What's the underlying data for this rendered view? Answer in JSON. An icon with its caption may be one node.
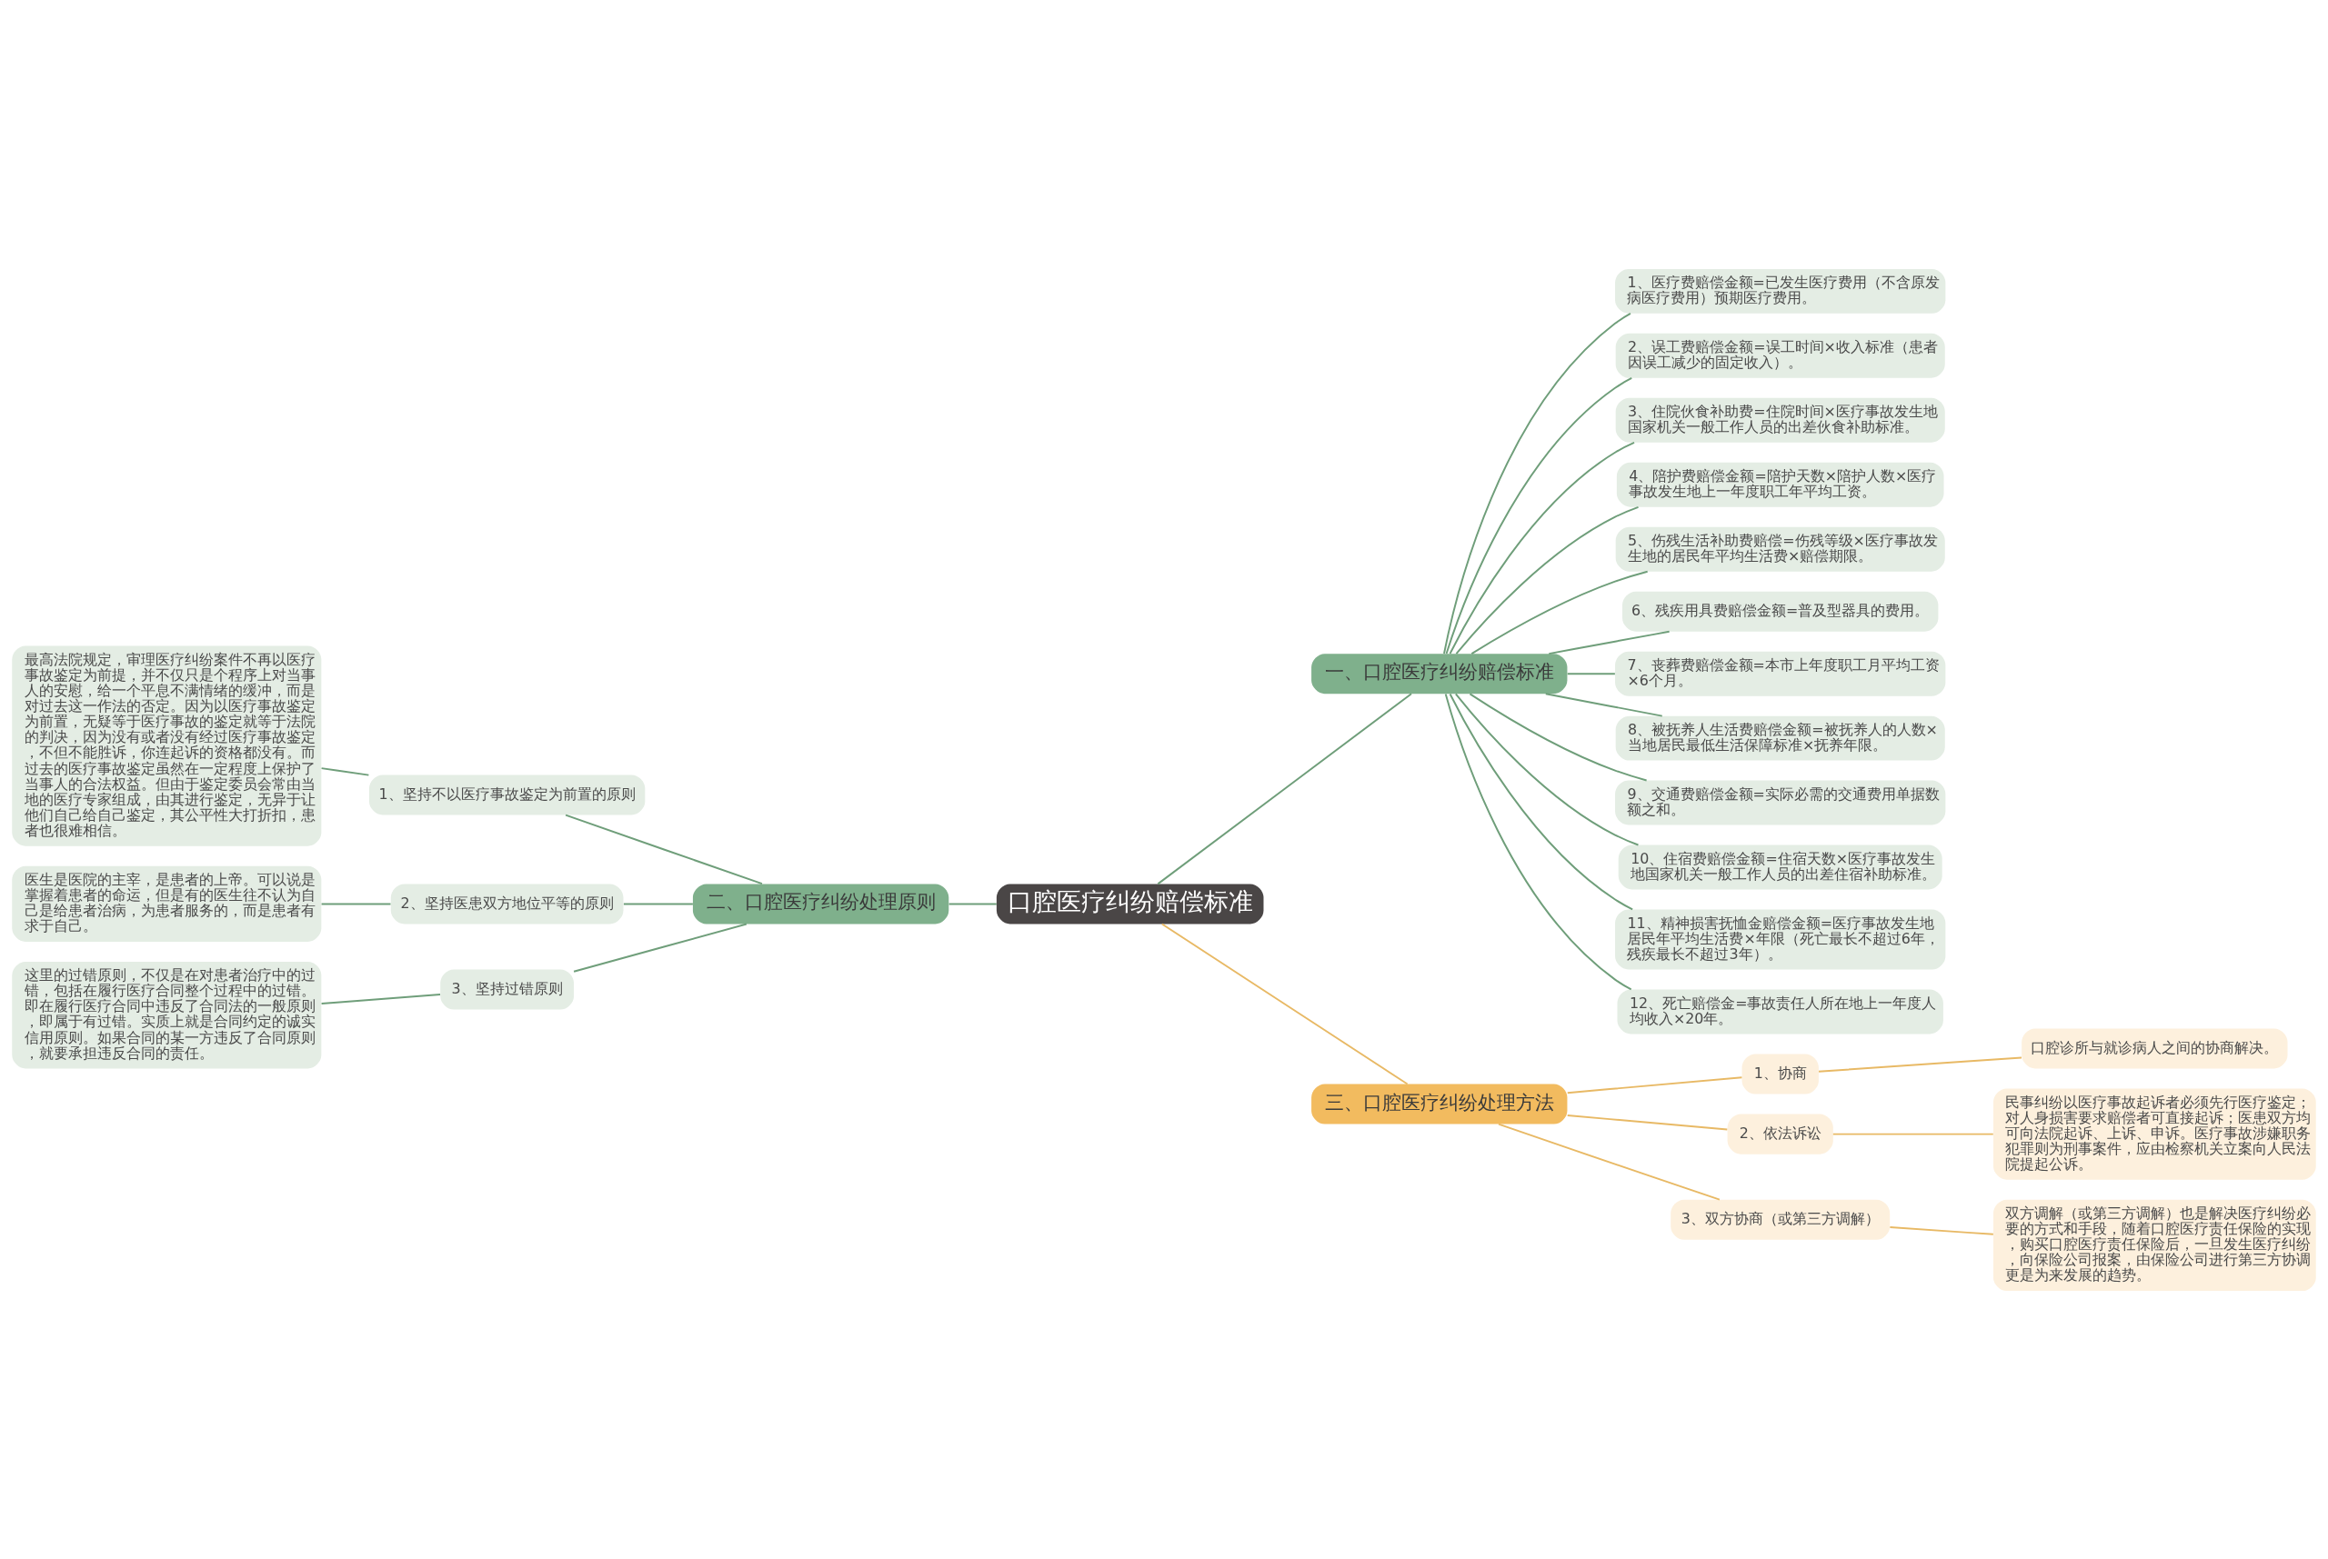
{
  "diagram": {
    "nodes": [
      {
        "text": [
          "口腔医疗纠纷赔偿标准"
        ]
      },
      {
        "text": [
          "一、口腔医疗纠纷赔偿标准"
        ]
      },
      {
        "text": [
          "1、医疗费赔偿金额=已发生医疗费用（不含原发病医疗费用）预期医疗费用。"
        ]
      },
      {
        "text": [
          "2、误工费赔偿金额=误工时间×收入标准（患者因误工减少的固定收入）。"
        ]
      },
      {
        "text": [
          "3、住院伙食补助费=住院时间×医疗事故发生地国家机关一般工作人员的出差伙食补助标准。"
        ]
      },
      {
        "text": [
          "4、陪护费赔偿金额=陪护天数×陪护人数×医疗事故发生地上一年度职工年平均工资。"
        ]
      },
      {
        "text": [
          "5、伤残生活补助费赔偿=伤残等级×医疗事故发生地的居民年平均生活费×赔偿期限。"
        ]
      },
      {
        "text": [
          "6、残疾用具费赔偿金额=普及型器具的费用。"
        ]
      },
      {
        "text": [
          "7、丧葬费赔偿金额=本市上年度职工月平均工资×6个月。"
        ]
      },
      {
        "text": [
          "8、被抚养人生活费赔偿金额=被抚养人的人数×当地居民最低生活保障标准×抚养年限。"
        ]
      },
      {
        "text": [
          "9、交通费赔偿金额=实际必需的交通费用单据数额之和。"
        ]
      },
      {
        "text": [
          "10、住宿费赔偿金额=住宿天数×医疗事故发生地国家机关一般工作人员的出差住宿补助标准。"
        ]
      },
      {
        "text": [
          "11、精神损害抚恤金赔偿金额=医疗事故发生地居民年平均生活费×年限（死亡最长不超过6年，残疾最长不超过3年）。"
        ]
      },
      {
        "text": [
          "12、死亡赔偿金=事故责任人所在地上一年度人均收入×20年。"
        ]
      },
      {
        "text": [
          "二、口腔医疗纠纷处理原则"
        ]
      },
      {
        "text": [
          "1、坚持不以医疗事故鉴定为前置的原则"
        ]
      },
      {
        "text": [
          "最高法院规定，审理医疗纠纷案件不再以医疗事故鉴定为前提，并不仅只是个程序上对当事人的安慰，给一个平息不满情绪的缓冲，而是对过去这一作法的否定。因为以医疗事故鉴定为前置，无疑等于医疗事故的鉴定就等于法院的判决，因为没有或者没有经过医疗事故鉴定，不但不能胜诉，你连起诉的资格都没有。而过去的医疗事故鉴定虽然在一定程度上保护了当事人的合法权益。但由于鉴定委员会常由当地的医疗专家组成，由其进行鉴定，无异于让他们自己给自己鉴定，其公平性大打折扣，患者也很难相信。"
        ]
      },
      {
        "text": [
          "2、坚持医患双方地位平等的原则"
        ]
      },
      {
        "text": [
          "医生是医院的主宰，是患者的上帝。可以说是掌握着患者的命运，但是有的医生往不认为自己是给患者治病，为患者服务的，而是患者有求于自己。"
        ]
      },
      {
        "text": [
          "3、坚持过错原则"
        ]
      },
      {
        "text": [
          "这里的过错原则，不仅是在对患者治疗中的过错，包括在履行医疗合同整个过程中的过错。即在履行医疗合同中违反了合同法的一般原则，即属于有过错。实质上就是合同约定的诚实信用原则。如果合同的某一方违反了合同原则，就要承担违反合同的责任。"
        ]
      },
      {
        "text": [
          "三、口腔医疗纠纷处理方法"
        ]
      },
      {
        "text": [
          "1、协商"
        ]
      },
      {
        "text": [
          "口腔诊所与就诊病人之间的协商解决。"
        ]
      },
      {
        "text": [
          "2、依法诉讼"
        ]
      },
      {
        "text": [
          "民事纠纷以医疗事故起诉者必须先行医疗鉴定；对人身损害要求赔偿者可直接起诉；医患双方均可向法院起诉、上诉、申诉。医疗事故涉嫌职务犯罪则为刑事案件，应由检察机关立案向人民法院提起公诉。"
        ]
      },
      {
        "text": [
          "3、双方协商（或第三方调解）"
        ]
      },
      {
        "text": [
          "双方调解（或第三方调解）也是解决医疗纠纷必要的方式和手段，随着口腔医疗责任保险的实现，购买口腔医疗责任保险后，一旦发生医疗纠纷，向保险公司报案，由保险公司进行第三方协调更是为来发展的趋势。"
        ]
      }
    ],
    "edges": [
      {
        "from": 0,
        "to": 1,
        "arrow": "none"
      },
      {
        "from": 0,
        "to": 14,
        "arrow": "none"
      },
      {
        "from": 0,
        "to": 21,
        "arrow": "none",
        "color": "#e8b965"
      },
      {
        "from": 1,
        "to": 2,
        "arrow": "none"
      },
      {
        "from": 1,
        "to": 3,
        "arrow": "none"
      },
      {
        "from": 1,
        "to": 4,
        "arrow": "none"
      },
      {
        "from": 1,
        "to": 5,
        "arrow": "none"
      },
      {
        "from": 1,
        "to": 6,
        "arrow": "none"
      },
      {
        "from": 1,
        "to": 7,
        "arrow": "none"
      },
      {
        "from": 1,
        "to": 8,
        "arrow": "none"
      },
      {
        "from": 1,
        "to": 9,
        "arrow": "none"
      },
      {
        "from": 1,
        "to": 10,
        "arrow": "none"
      },
      {
        "from": 1,
        "to": 11,
        "arrow": "none"
      },
      {
        "from": 1,
        "to": 12,
        "arrow": "none"
      },
      {
        "from": 1,
        "to": 13,
        "arrow": "none"
      },
      {
        "from": 14,
        "to": 15,
        "arrow": "none"
      },
      {
        "from": 15,
        "to": 16,
        "arrow": "none"
      },
      {
        "from": 14,
        "to": 17,
        "arrow": "none"
      },
      {
        "from": 17,
        "to": 18,
        "arrow": "none"
      },
      {
        "from": 14,
        "to": 19,
        "arrow": "none"
      },
      {
        "from": 19,
        "to": 20,
        "arrow": "none"
      },
      {
        "from": 21,
        "to": 22,
        "arrow": "none",
        "color": "#e8b965"
      },
      {
        "from": 22,
        "to": 23,
        "arrow": "none",
        "color": "#e8b965"
      },
      {
        "from": 21,
        "to": 24,
        "arrow": "none",
        "color": "#e8b965"
      },
      {
        "from": 24,
        "to": 25,
        "arrow": "none",
        "color": "#e8b965"
      },
      {
        "from": 21,
        "to": 26,
        "arrow": "none",
        "color": "#e8b965"
      },
      {
        "from": 26,
        "to": 27,
        "arrow": "none",
        "color": "#e8b965"
      }
    ]
  }
}
